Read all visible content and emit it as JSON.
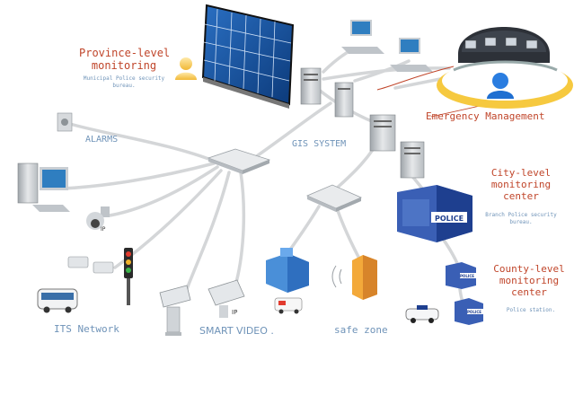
{
  "colors": {
    "link": "#d4d6d8",
    "red_label": "#c0452a",
    "blue_label": "#6f93b8",
    "user_icon": "#1f6fd1",
    "police_building": "#1e3f8f"
  },
  "labels": {
    "province_title_1": "Province-level",
    "province_title_2": "monitoring",
    "province_sub_1": "Municipal Police security",
    "province_sub_2": "bureau.",
    "emergency": "Emergency Management",
    "alarms": "ALARMS",
    "gis": "GIS SYSTEM",
    "city_1": "City-level",
    "city_2": "monitoring",
    "city_3": "center",
    "city_sub_1": "Branch Police security",
    "city_sub_2": "bureau.",
    "county_1": "County-level",
    "county_2": "monitoring",
    "county_3": "center",
    "county_sub": "Police station.",
    "its": "ITS Network",
    "smart_video": "SMART VIDEO .",
    "safe_zone": "safe zone",
    "police_sign": "POLICE",
    "police_sign_small_1": "POLICE",
    "police_sign_small_2": "POLICE",
    "ip_1": "IP",
    "ip_2": "IP"
  },
  "icons": {
    "video_wall": "video-wall-icon",
    "control_room": "control-room-icon",
    "user": "user-icon",
    "server": "server-icon",
    "switch": "network-switch-icon",
    "workstation": "workstation-icon",
    "alarm": "alarm-sensor-icon",
    "ip_camera": "ip-dome-camera-icon",
    "traffic_light": "traffic-light-icon",
    "bus": "bus-icon",
    "box_camera": "box-camera-icon",
    "hospital": "hospital-building-icon",
    "ambulance": "ambulance-icon",
    "wireless_building": "wireless-building-icon",
    "police_station": "police-station-icon",
    "police_car": "police-car-icon"
  }
}
